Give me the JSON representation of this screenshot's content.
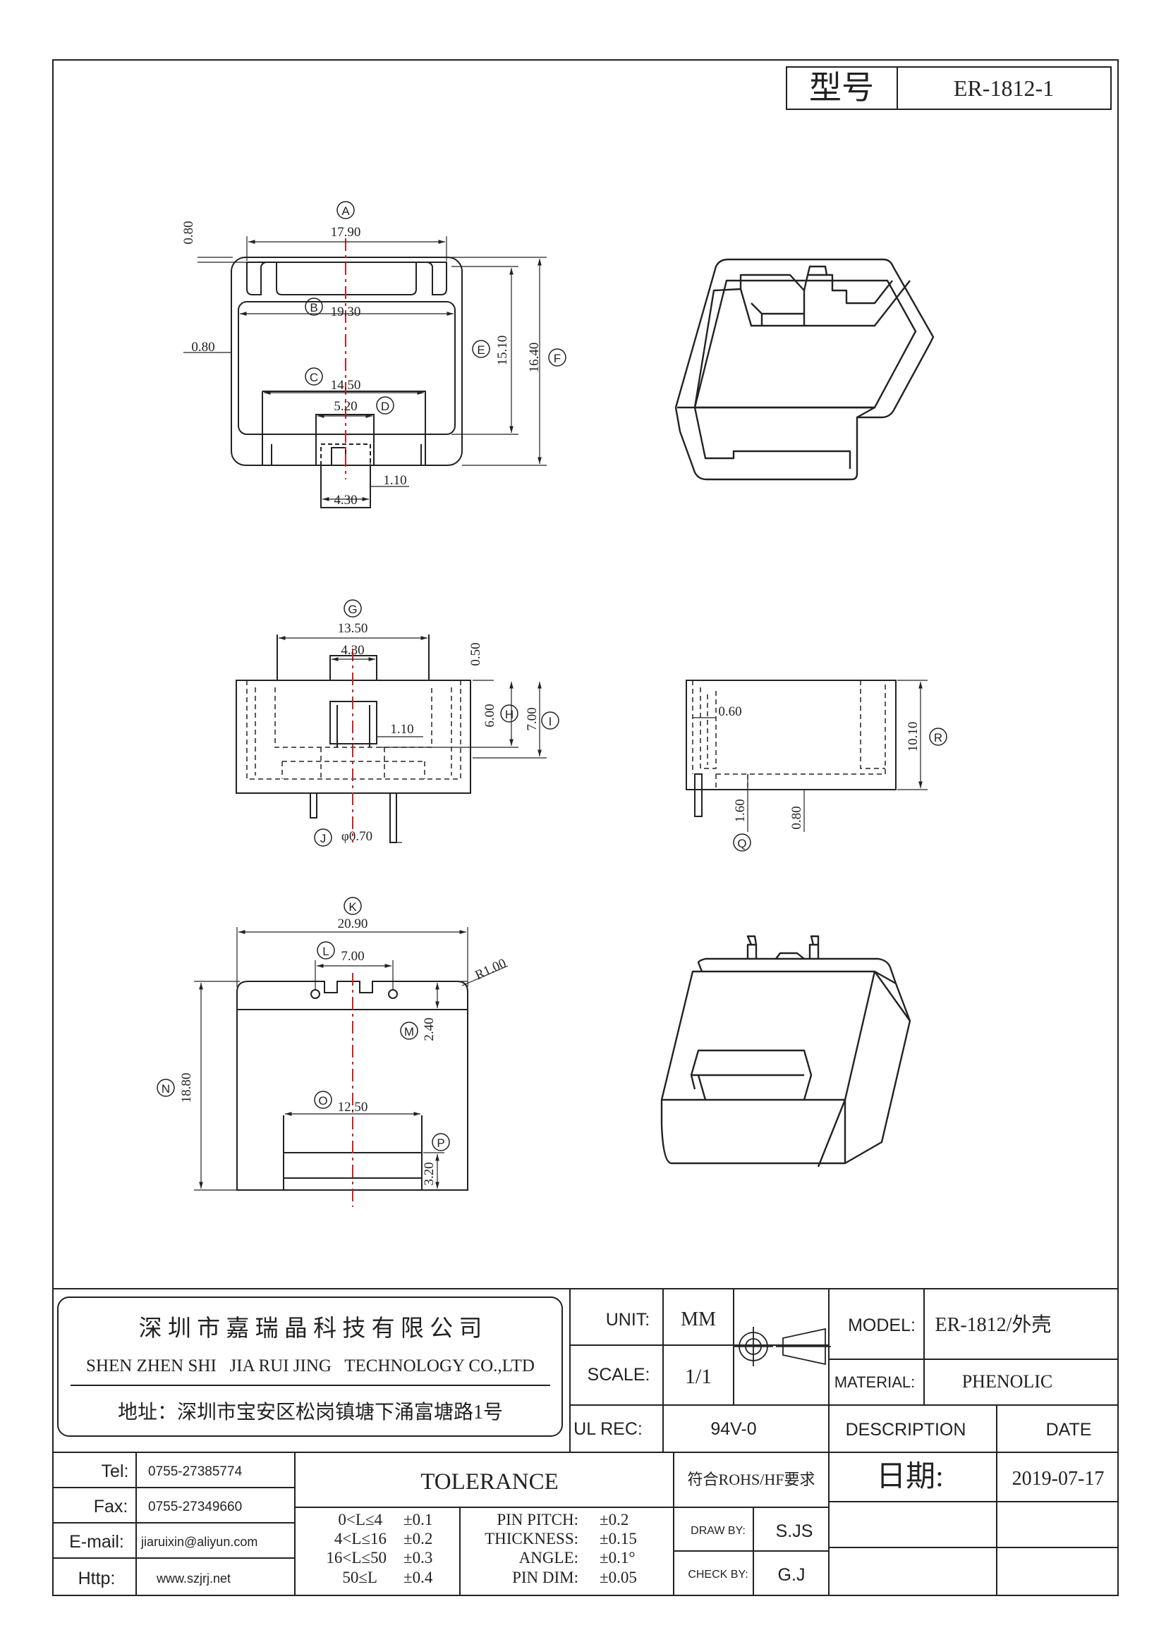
{
  "title_block": {
    "model_label": "型号",
    "model_value": "ER-1812-1"
  },
  "views": {
    "top": {
      "dims": {
        "a": "17.90",
        "b": "19.30",
        "c": "14.50",
        "d": "5.20",
        "e": "15.10",
        "f": "16.40",
        "wall_top": "0.80",
        "wall_left": "0.80",
        "pin_gap": "1.10",
        "pin_width": "4.30"
      },
      "callouts": {
        "a": "A",
        "b": "B",
        "c": "C",
        "d": "D",
        "e": "E",
        "f": "F"
      }
    },
    "front": {
      "dims": {
        "g": "13.50",
        "slot": "4.30",
        "step": "0.50",
        "h": "6.00",
        "i": "7.00",
        "inner": "1.10",
        "j": "φ0.70"
      },
      "callouts": {
        "g": "G",
        "h": "H",
        "i": "I",
        "j": "J"
      }
    },
    "side": {
      "dims": {
        "wall": "0.60",
        "r": "10.10",
        "q": "1.60",
        "base": "0.80"
      },
      "callouts": {
        "r": "R",
        "q": "Q"
      }
    },
    "bottom": {
      "dims": {
        "k": "20.90",
        "l": "7.00",
        "radius": "R1.00",
        "m": "2.40",
        "n": "18.80",
        "o": "12.50",
        "p": "3.20"
      },
      "callouts": {
        "k": "K",
        "l": "L",
        "m": "M",
        "n": "N",
        "o": "O",
        "p": "P"
      }
    }
  },
  "company": {
    "name_cn": "深 圳 市 嘉 瑞 晶 科 技 有 限 公 司",
    "name_en": "SHEN ZHEN SHI   JIA RUI JING   TECHNOLOGY CO.,LTD",
    "address": "地址：深圳市宝安区松岗镇塘下涌富塘路1号"
  },
  "specs": {
    "unit_label": "UNIT:",
    "unit_value": "MM",
    "scale_label": "SCALE:",
    "scale_value": "1/1",
    "ul_label": "UL REC:",
    "ul_value": "94V-0",
    "model_label": "MODEL:",
    "model_value": "ER-1812/外壳",
    "material_label": "MATERIAL:",
    "material_value": "PHENOLIC",
    "description_label": "DESCRIPTION",
    "date_label": "DATE",
    "date_cn_label": "日期:",
    "date_value": "2019-07-17",
    "rohs": "符合ROHS/HF要求",
    "drawn_label": "DRAW BY:",
    "drawn_value": "S.JS",
    "check_label": "CHECK BY:",
    "check_value": "G.J"
  },
  "contact": {
    "tel_label": "Tel:",
    "tel_value": "0755-27385774",
    "fax_label": "Fax:",
    "fax_value": "0755-27349660",
    "email_label": "E-mail:",
    "email_value": "jiaruixin@aliyun.com",
    "http_label": "Http:",
    "http_value": "www.szjrj.net"
  },
  "tolerance": {
    "title": "TOLERANCE",
    "ranges": [
      {
        "range": "0<L≤4",
        "tol": "±0.1"
      },
      {
        "range": "4<L≤16",
        "tol": "±0.2"
      },
      {
        "range": "16<L≤50",
        "tol": "±0.3"
      },
      {
        "range": "50≤L",
        "tol": "±0.4"
      }
    ],
    "specials": [
      {
        "name": "PIN PITCH:",
        "tol": "±0.2"
      },
      {
        "name": "THICKNESS:",
        "tol": "±0.15"
      },
      {
        "name": "ANGLE:",
        "tol": "±0.1°"
      },
      {
        "name": "PIN DIM:",
        "tol": "±0.05"
      }
    ]
  }
}
